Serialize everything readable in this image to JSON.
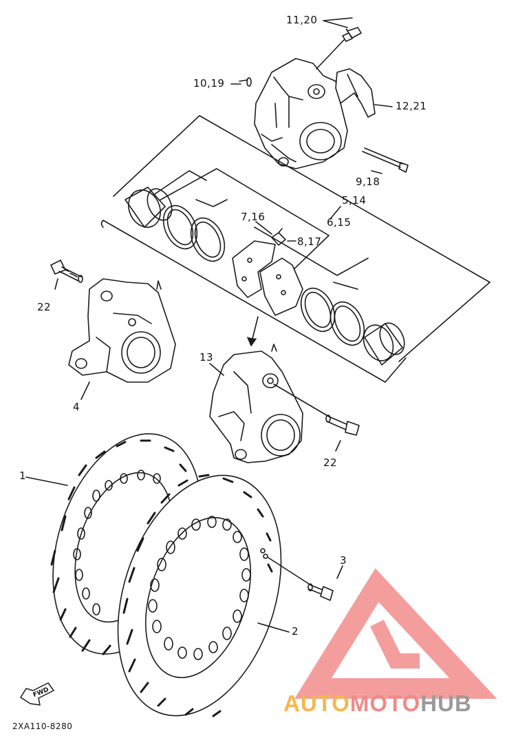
{
  "callouts": [
    {
      "id": "c-11-20",
      "text": "11,20"
    },
    {
      "id": "c-10-19",
      "text": "10,19"
    },
    {
      "id": "c-12-21",
      "text": "12,21"
    },
    {
      "id": "c-9-18",
      "text": "9,18"
    },
    {
      "id": "c-5-14",
      "text": "5,14"
    },
    {
      "id": "c-6-15",
      "text": "6,15"
    },
    {
      "id": "c-7-16",
      "text": "7,16"
    },
    {
      "id": "c-8-17",
      "text": "8,17"
    },
    {
      "id": "c-22-a",
      "text": "22"
    },
    {
      "id": "c-13",
      "text": "13"
    },
    {
      "id": "c-4",
      "text": "4"
    },
    {
      "id": "c-22-b",
      "text": "22"
    },
    {
      "id": "c-1",
      "text": "1"
    },
    {
      "id": "c-3",
      "text": "3"
    },
    {
      "id": "c-2",
      "text": "2"
    }
  ],
  "direction_arrow": "FWD",
  "diagram_code": "2XA110-8280",
  "watermark": {
    "brand_part1": "AUTO",
    "brand_part2": "MOTO",
    "brand_part3": "HUB",
    "colors": {
      "logo": "#f28c8c",
      "part1": "#f5b74e",
      "part2": "#f08a8a",
      "part3": "#9a9a9a"
    }
  },
  "line_color": "#1a1a1a"
}
